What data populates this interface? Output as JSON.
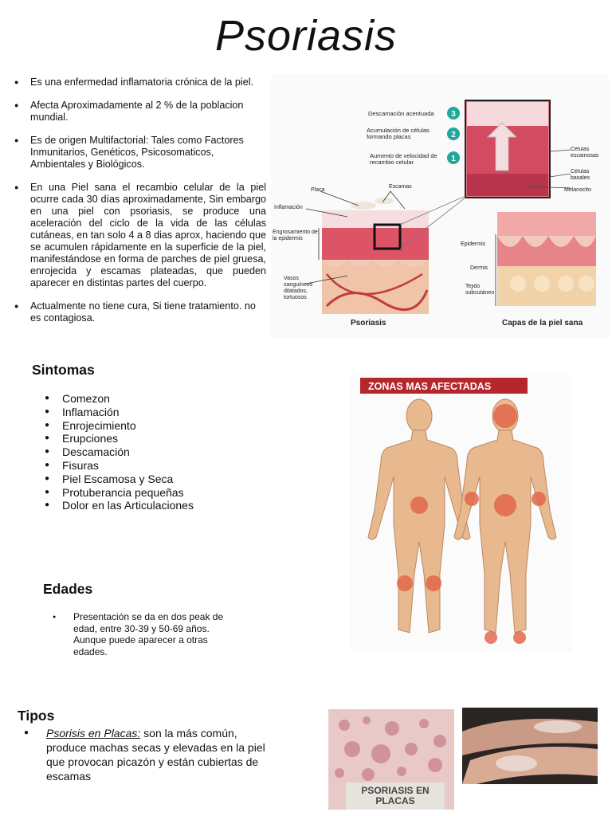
{
  "title": "Psoriasis",
  "intro": [
    "Es una enfermedad inflamatoria crónica de la piel.",
    "Afecta Aproximadamente al 2 % de la poblacion mundial.",
    "Es de origen Multifactorial: Tales como Factores Inmunitarios, Genéticos, Psicosomaticos, Ambientales y Biológicos.",
    "En una Piel sana el recambio celular de la piel ocurre cada 30 días aproximadamente, Sin embargo en una piel con psoriasis, se produce una aceleración del ciclo de la vida de las células cutáneas, en tan solo 4 a 8 dias aprox, haciendo que se acumulen rápidamente en la superficie de la piel, manifestándose en forma de parches de piel gruesa, enrojecida y escamas plateadas, que pueden aparecer en distintas partes del cuerpo.",
    "Actualmente no tiene cura, Si tiene tratamiento. no es contagiosa."
  ],
  "skin_figure": {
    "step3": "Descamación acentuada",
    "step2": "Acumulación de células formando placas",
    "step1": "Aumento de velocidad de recambio celular",
    "n3": "3",
    "n2": "2",
    "n1": "1",
    "celulas_escamosas": "Células escamosas",
    "celulas_basales": "Células basales",
    "melanocito": "Melanocito",
    "placa": "Placa",
    "escamas": "Escamas",
    "inflamacion": "Inflamación",
    "engrosamiento": "Engrosamiento de la epidermis",
    "vasos": "Vasos sanguíneos dilatados, tortuosos",
    "epidermis": "Epidermis",
    "dermis": "Dermis",
    "tejido": "Tejido subcutáneo",
    "caption_left": "Psoriasis",
    "caption_right": "Capas de la piel sana",
    "teal": "#1fa89b",
    "skin_red": "#d9475a"
  },
  "sintomas": {
    "heading": "Sintomas",
    "items": [
      "Comezon",
      "Inflamación",
      "Enrojecimiento",
      "Erupciones",
      "Descamación",
      "Fisuras",
      "Piel Escamosa y Seca",
      "Protuberancia pequeñas",
      "Dolor en las Articulaciones"
    ]
  },
  "body_figure": {
    "banner": "ZONAS MAS AFECTADAS",
    "banner_color": "#b5262d",
    "skin_color": "#e8b98e",
    "spot_color": "#e2684c"
  },
  "edades": {
    "heading": "Edades",
    "items": [
      "Presentación se da en dos peak de edad, entre 30-39 y 50-69 años. Aunque puede aparecer a otras edades."
    ]
  },
  "tipos": {
    "heading": "Tipos",
    "item_name": "Psorisis en Placas:",
    "item_text": " son la más común, produce machas secas y elevadas en la piel que provocan picazón y están cubiertas de escamas"
  },
  "photo_label": "PSORIASIS EN PLACAS"
}
